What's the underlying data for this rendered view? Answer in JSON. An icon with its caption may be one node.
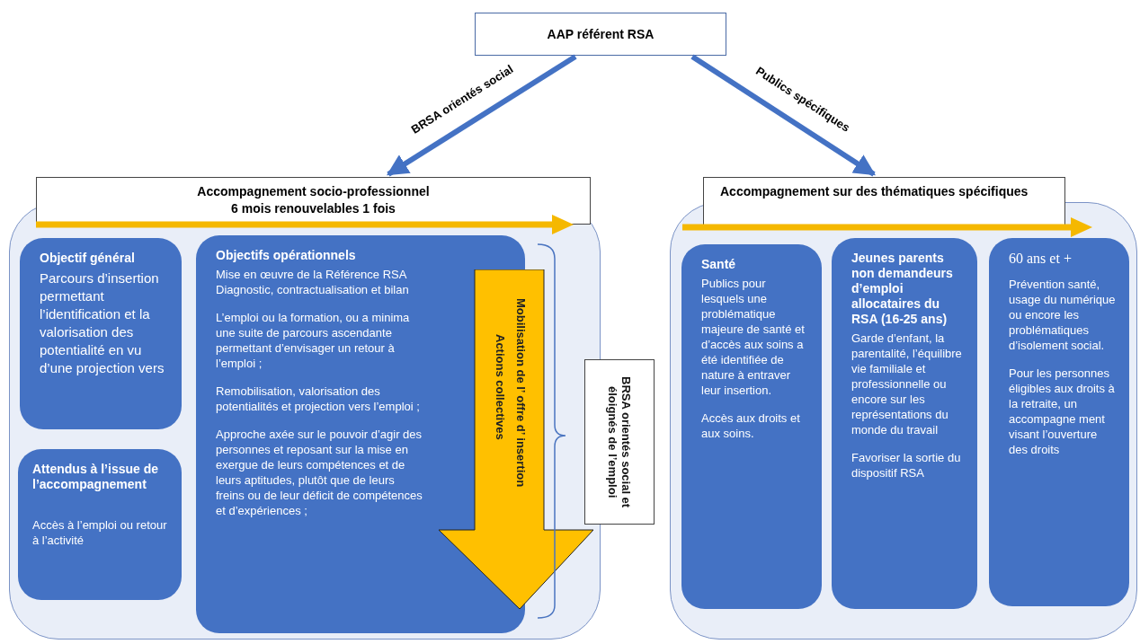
{
  "diagram": {
    "nodes": [
      {
        "text": [
          "AAP référent RSA"
        ]
      },
      {
        "text": [
          "Accompagnement socio-professionnel",
          "6 mois renouvelables 1 fois"
        ]
      },
      {
        "text": [
          "Objectif général",
          "Parcours d’insertion permettant l’identification et la valorisation des potentialité en vu d’une projection vers"
        ],
        "in": 1
      },
      {
        "text": [
          "Attendus à l’issue de l’accompagnement",
          "Accès à l’emploi ou retour à l’activité"
        ],
        "in": 1
      },
      {
        "text": [
          "Objectifs opérationnels",
          "Mise en œuvre de la Référence RSA Diagnostic, contractualisation et bilan",
          "L’emploi ou la formation, ou a minima une suite de parcours ascendante permettant d’envisager un retour à l’emploi ;",
          "Remobilisation, valorisation des potentialités et projection vers l’emploi ;",
          "Approche axée sur le pouvoir d’agir des personnes et reposant sur la mise en exergue de leurs compétences et de leurs aptitudes, plutôt que de leurs freins ou de leur déficit de compétences et d’expériences ;"
        ],
        "in": 1
      },
      {
        "text": [
          "Mobilisation de l’ offre d’ insertion",
          "Actions collectives"
        ],
        "in": 1
      },
      {
        "text": [
          "BRSA orientés social et éloignés de l’emploi"
        ]
      },
      {
        "text": [
          "Accompagnement sur des thématiques spécifiques"
        ]
      },
      {
        "text": [
          "Santé",
          "Publics pour lesquels une problématique majeure de santé et d’accès aux soins a été identifiée de nature à entraver leur insertion.",
          "Accès aux droits et aux soins."
        ],
        "in": 7
      },
      {
        "text": [
          "Jeunes parents non demandeurs d’emploi allocataires du RSA (16-25 ans)",
          "Garde d’enfant, la parentalité, l’équilibre vie familiale et professionnelle ou encore sur les représentations du monde du travail",
          "Favoriser la sortie du dispositif RSA"
        ],
        "in": 7
      },
      {
        "text": [
          "60 ans et +",
          "Prévention santé, usage du numérique ou encore les problématiques d’isolement social.",
          "Pour les personnes éligibles aux droits à la retraite, un accompagne ment visant l’ouverture des droits"
        ],
        "in": 7
      }
    ],
    "edges": [
      {
        "from": 0,
        "to": 1,
        "arrow": "to",
        "label": "BRSA orientés social"
      },
      {
        "from": 0,
        "to": 7,
        "arrow": "to",
        "label": "Publics spécifiques"
      }
    ]
  }
}
